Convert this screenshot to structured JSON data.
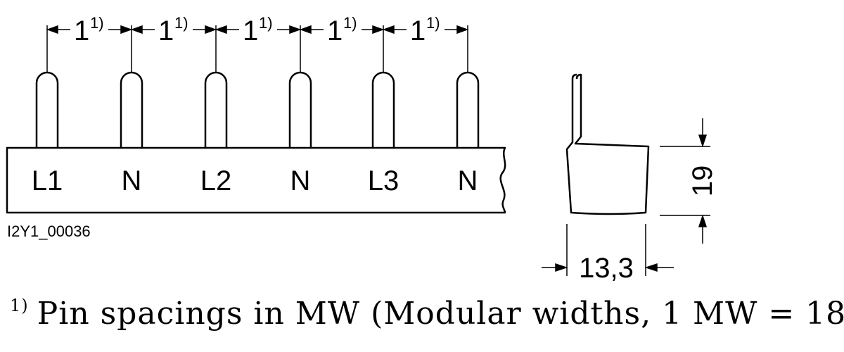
{
  "dimensions": {
    "pitch_value": "1",
    "pitch_marker": "1)",
    "height_value": "19",
    "width_value": "13,3"
  },
  "pins": [
    {
      "label": "L1"
    },
    {
      "label": "N"
    },
    {
      "label": "L2"
    },
    {
      "label": "N"
    },
    {
      "label": "L3"
    },
    {
      "label": "N"
    }
  ],
  "figure_code": "I2Y1_00036",
  "footnote": {
    "marker": "1)",
    "text": "Pin spacings in MW (Modular widths, 1 MW = 18"
  },
  "colors": {
    "stroke": "#000000",
    "background": "#ffffff"
  }
}
